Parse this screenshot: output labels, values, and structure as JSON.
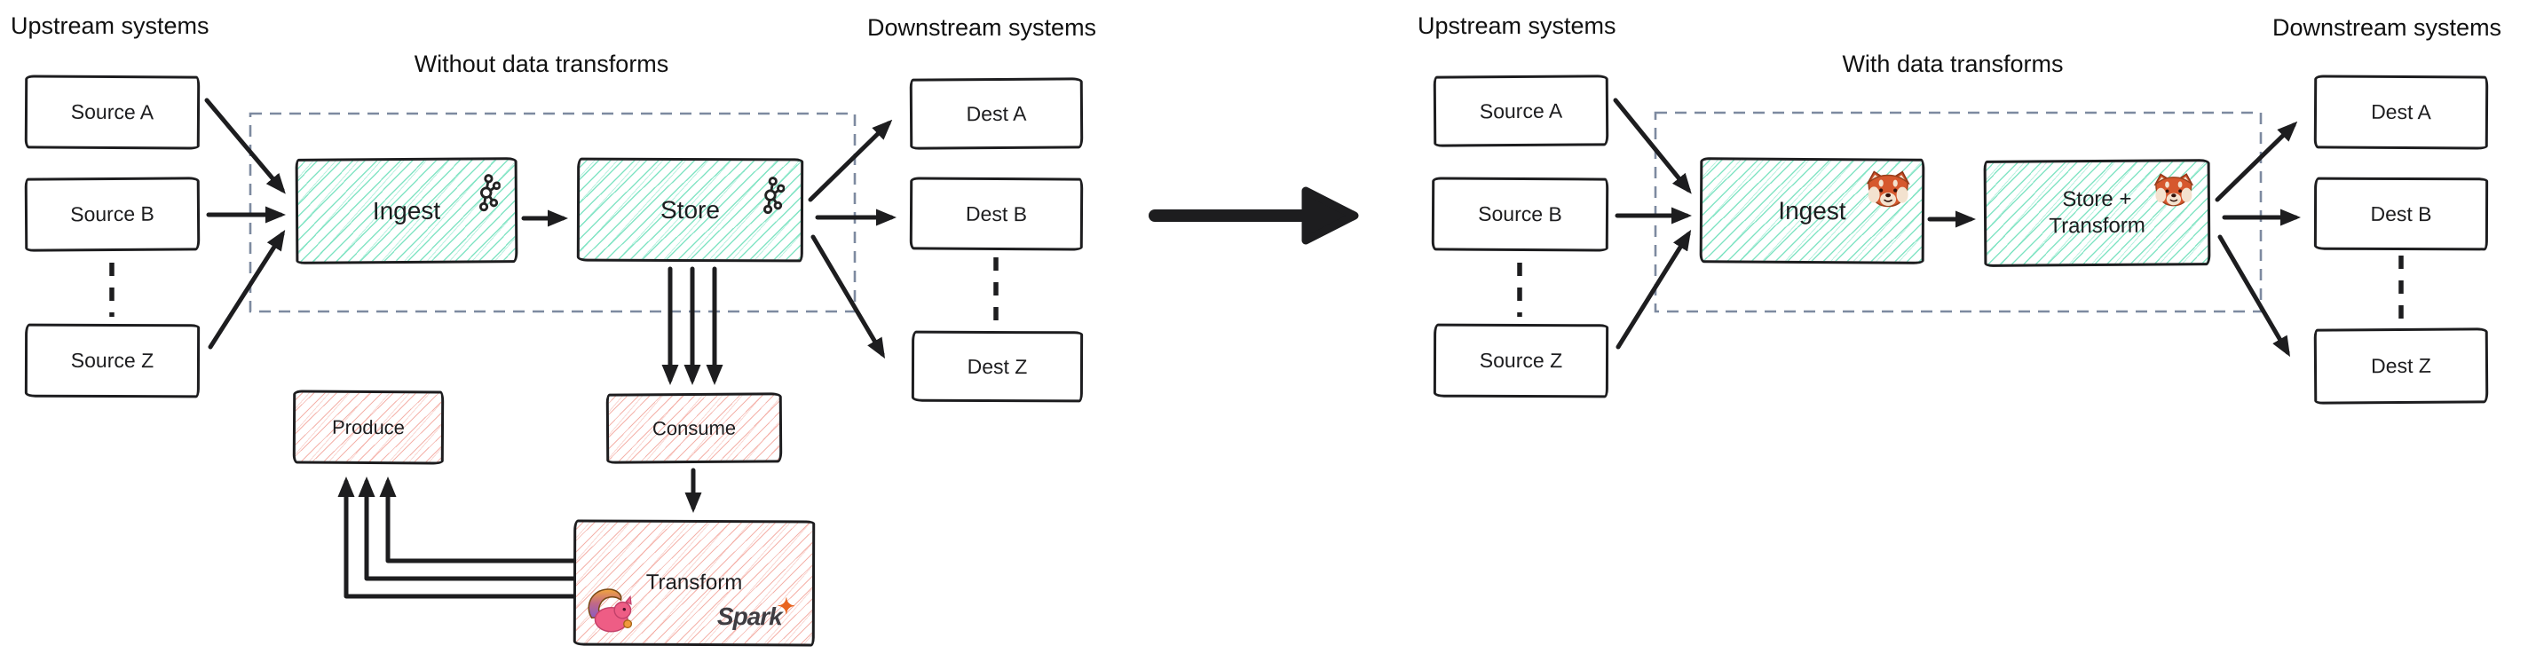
{
  "colors": {
    "ink": "#1d1d1f",
    "teal_hatch": "#6fe0bb",
    "pink_hatch": "#f2a096",
    "dashed_boundary": "#7d8aa0",
    "spark_orange": "#e8641f",
    "redpanda_orange": "#d6582e",
    "flink_pink": "#ee5d85"
  },
  "left": {
    "upstream_label": "Upstream systems",
    "title": "Without data transforms",
    "sources": [
      "Source A",
      "Source B",
      "Source Z"
    ],
    "pipeline": {
      "ingest": "Ingest",
      "store": "Store"
    },
    "downstream_label": "Downstream systems",
    "dests": [
      "Dest A",
      "Dest B",
      "Dest Z"
    ],
    "produce": "Produce",
    "consume": "Consume",
    "transform": "Transform",
    "spark_label": "Spark",
    "spark_star": "✦"
  },
  "right": {
    "upstream_label": "Upstream systems",
    "title": "With data transforms",
    "sources": [
      "Source A",
      "Source B",
      "Source Z"
    ],
    "pipeline": {
      "ingest": "Ingest",
      "store_line1": "Store +",
      "store_line2": "Transform"
    },
    "downstream_label": "Downstream systems",
    "dests": [
      "Dest A",
      "Dest B",
      "Dest Z"
    ]
  },
  "icons": {
    "kafka": "kafka-logo",
    "flink": "flink-squirrel-logo",
    "spark": "spark-logo",
    "redpanda": "red-panda-face"
  }
}
